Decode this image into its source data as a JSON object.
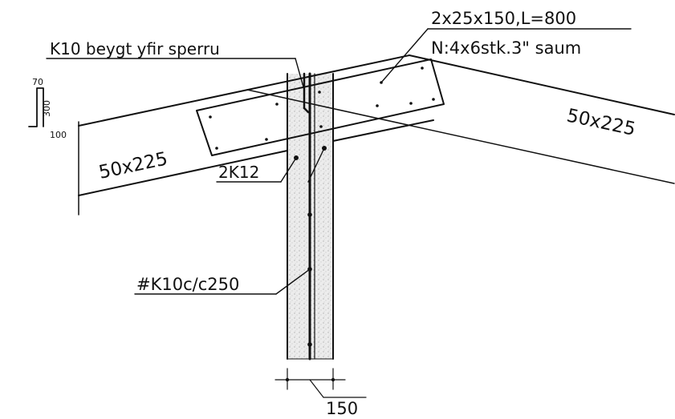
{
  "colors": {
    "ink": "#111111",
    "concrete_fill": "#e6e6e6",
    "background": "#ffffff"
  },
  "labels": {
    "plate_spec": "2x25x150,L=800",
    "nail_spec": "N:4x6stk.3\" saum",
    "bent_rebar": "K10 beygt yfir sperru",
    "left_rafter": "50x225",
    "right_rafter": "50x225",
    "rebar_pair": "2K12",
    "mesh": "#K10c/c250",
    "wall_width": "150"
  },
  "bend_detail": {
    "top": "70",
    "middle": "300",
    "bottom": "100"
  }
}
